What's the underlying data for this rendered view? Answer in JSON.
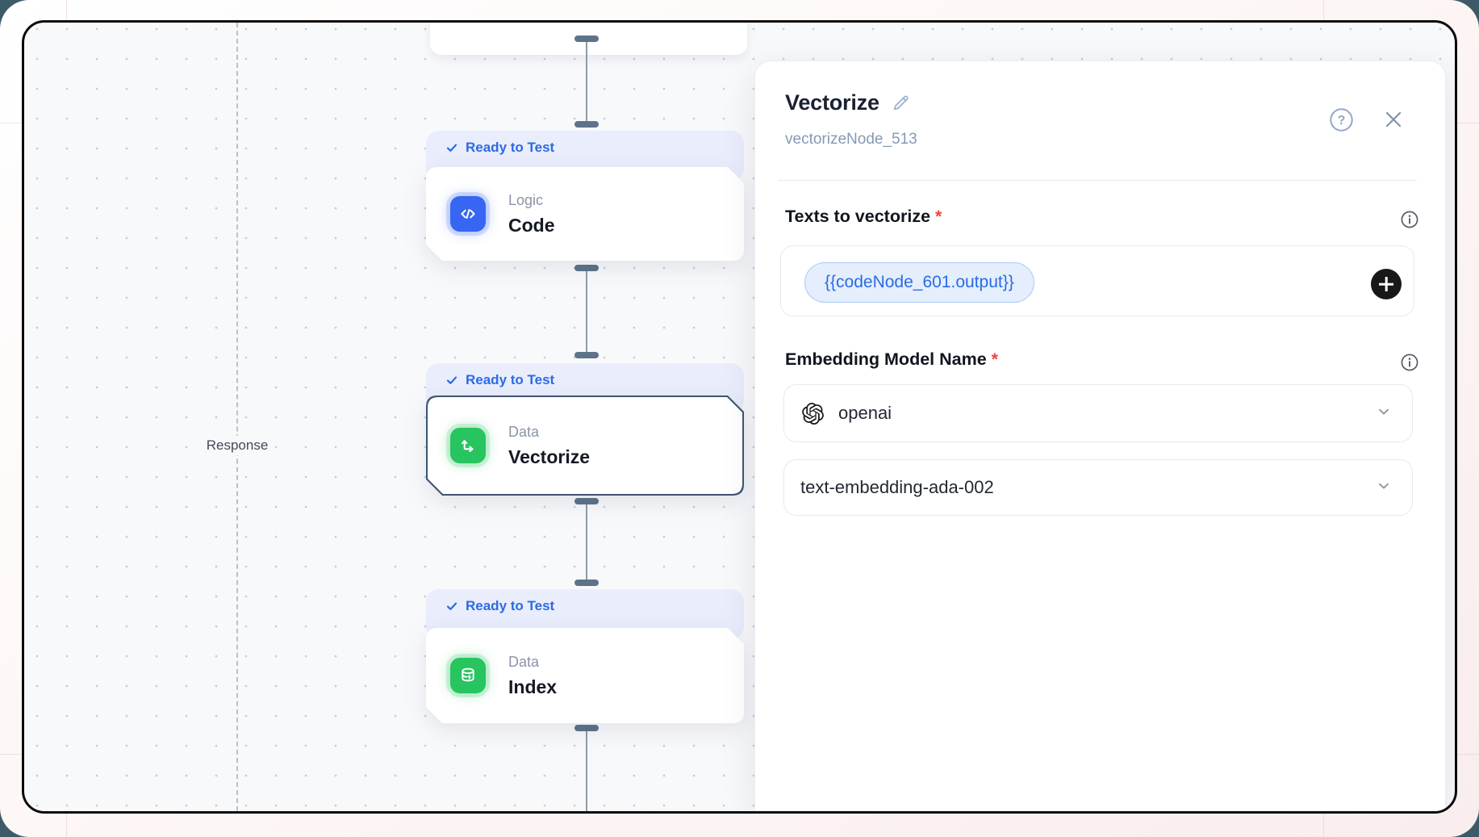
{
  "canvas": {
    "response_label": "Response",
    "nodes": [
      {
        "status": "Ready to Test",
        "category": "Logic",
        "title": "Code",
        "selected": false,
        "icon": "code-icon",
        "accent": "#3766f2"
      },
      {
        "status": "Ready to Test",
        "category": "Data",
        "title": "Vectorize",
        "selected": true,
        "icon": "vectorize-icon",
        "accent": "#27c45f"
      },
      {
        "status": "Ready to Test",
        "category": "Data",
        "title": "Index",
        "selected": false,
        "icon": "index-icon",
        "accent": "#27c45f"
      }
    ]
  },
  "panel": {
    "title": "Vectorize",
    "node_id": "vectorizeNode_513",
    "icons": {
      "edit": "pencil-icon",
      "help": "help-icon",
      "close": "close-icon",
      "info": "info-icon",
      "add": "plus-icon",
      "provider_logo": "openai-logo",
      "chevron": "chevron-down-icon",
      "status_check": "check-icon"
    },
    "texts_field": {
      "label": "Texts to vectorize",
      "required_mark": "*",
      "chip": "{{codeNode_601.output}}"
    },
    "model_field": {
      "label": "Embedding Model Name",
      "required_mark": "*",
      "provider": "openai",
      "model": "text-embedding-ada-002"
    }
  },
  "colors": {
    "status_blue": "#2d6ae3",
    "logic_icon_blue": "#3766f2",
    "data_icon_green": "#27c45f",
    "chip_text_blue": "#2b6be4",
    "chip_bg": "#e4eefc",
    "required_red": "#ef4444",
    "selected_border": "#405471",
    "canvas_bg": "#f8f9fb",
    "frame_border": "#0b0b0b"
  }
}
